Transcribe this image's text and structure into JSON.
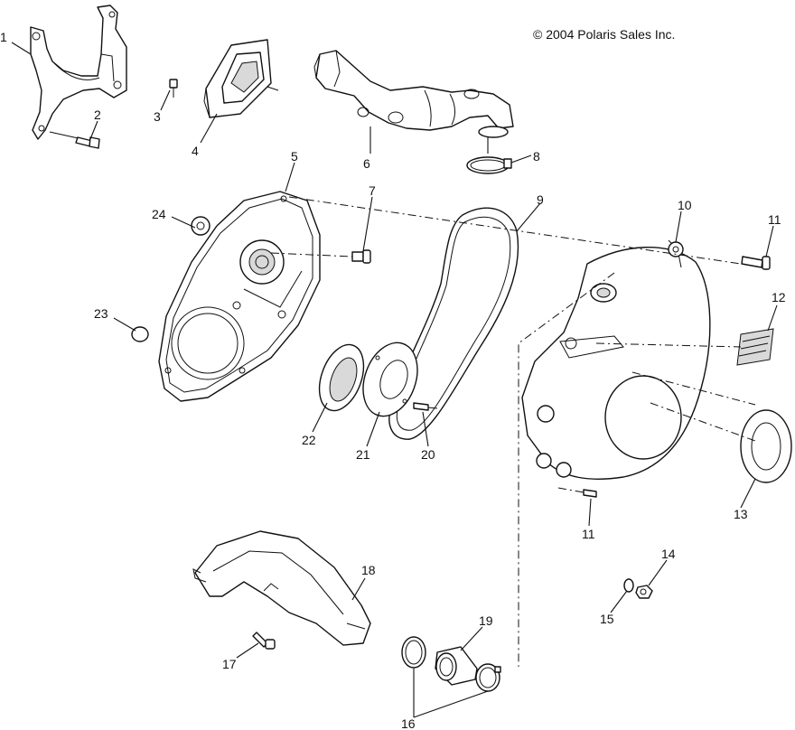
{
  "copyright": "© 2004 Polaris Sales Inc.",
  "callouts": {
    "c1": "1",
    "c2": "2",
    "c3": "3",
    "c4": "4",
    "c5": "5",
    "c6": "6",
    "c7": "7",
    "c8": "8",
    "c9": "9",
    "c10": "10",
    "c11a": "11",
    "c11b": "11",
    "c12": "12",
    "c13": "13",
    "c14": "14",
    "c15": "15",
    "c16": "16",
    "c17": "17",
    "c18": "18",
    "c19": "19",
    "c20": "20",
    "c21": "21",
    "c22": "22",
    "c23": "23",
    "c24": "24"
  }
}
